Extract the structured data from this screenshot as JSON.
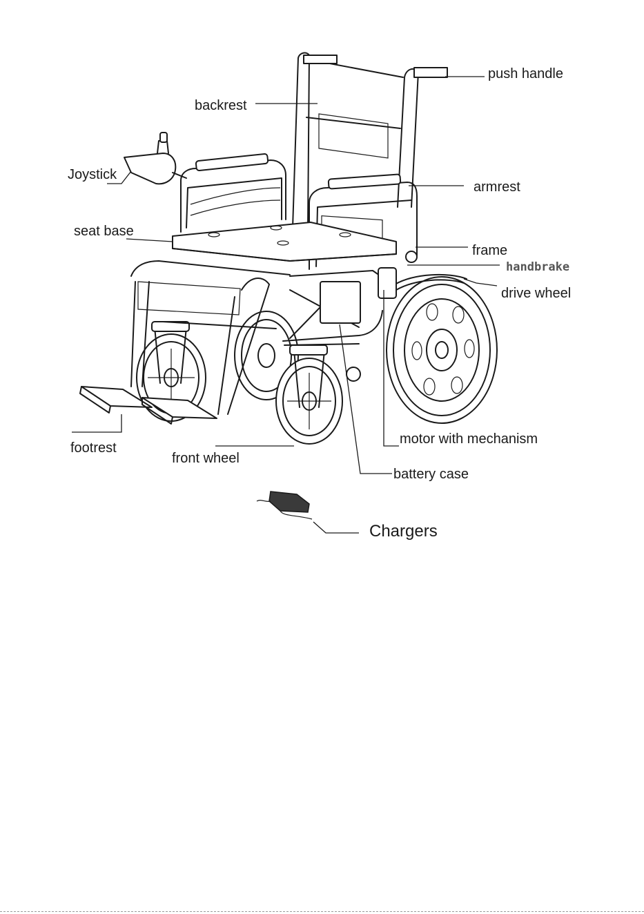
{
  "labels": {
    "push_handle": "push handle",
    "backrest": "backrest",
    "joystick": "Joystick",
    "armrest": "armrest",
    "seat_base": "seat base",
    "frame": "frame",
    "handbrake": "handbrake",
    "drive_wheel": "drive wheel",
    "motor_with_mechanism": "motor with mechanism",
    "footrest": "footrest",
    "front_wheel": "front wheel",
    "battery_case": "battery case",
    "chargers": "Chargers"
  },
  "colors": {
    "ink": "#1a1a1a",
    "background": "#ffffff",
    "handbrake_label": "#555555",
    "charger_body": "#3a3a3a"
  }
}
